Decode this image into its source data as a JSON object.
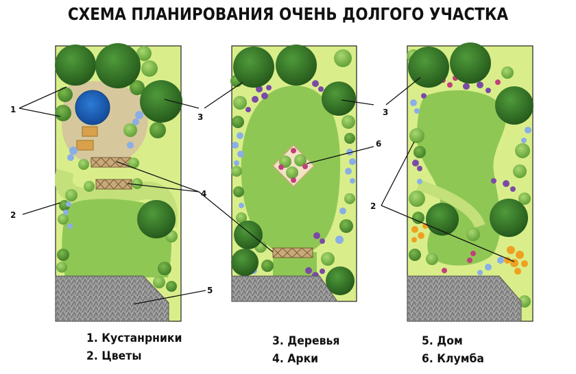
{
  "title": "СХЕМА ПЛАНИРОВАНИЯ ОЧЕНЬ ДОЛГОГО УЧАСТКА",
  "callouts": {
    "plan1": [
      "1",
      "2",
      "4",
      "5"
    ],
    "plan2": [
      "3",
      "6"
    ],
    "plan3": [
      "3",
      "2"
    ]
  },
  "legend": {
    "col1": [
      "1. Кустанрники",
      "2. Цветы"
    ],
    "col2": [
      "3. Деревья",
      "4. Арки"
    ],
    "col3": [
      "5. Дом",
      "6. Клумба"
    ]
  },
  "colors": {
    "border_grass": "#d9ee8a",
    "lawn": "#8fc755",
    "path": "#c3e07a",
    "tree": "#2f6f22",
    "sand": "#d6c79c",
    "pool": "#1f5fb5",
    "house": "#8c8c8c",
    "flower_blue": "#8aaee6",
    "flower_purple": "#7a4aa6",
    "flower_pink": "#c0407a",
    "flower_orange": "#f0a020"
  }
}
